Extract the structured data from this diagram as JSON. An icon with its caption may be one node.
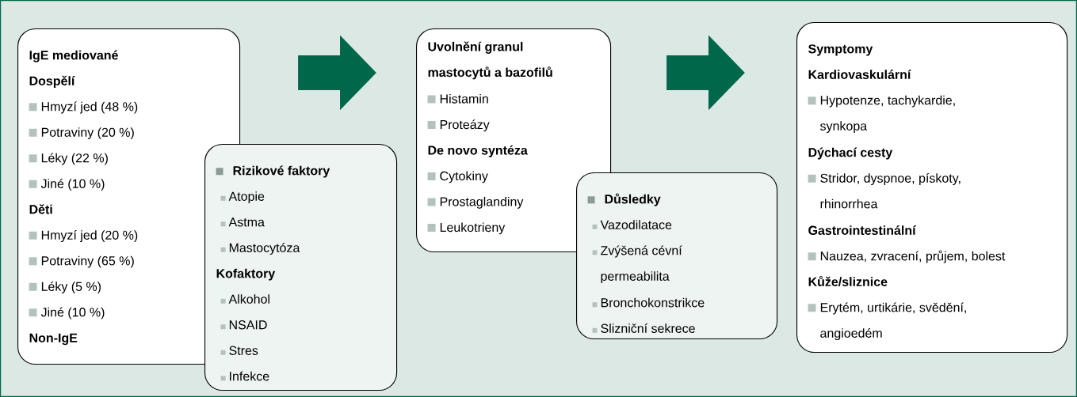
{
  "diagram": {
    "nodes": [
      {
        "text": [
          "IgE mediované",
          "Dospělí",
          "Hmyzí jed (48 %)",
          "Potraviny (20 %)",
          "Léky (22 %)",
          "Jiné (10 %)",
          "Děti",
          "Hmyzí jed (20 %)",
          "Potraviny (65 %)",
          "Léky (5 %)",
          "Jiné (10 %)",
          "Non-IgE"
        ]
      },
      {
        "text": [
          "Rizikové faktory",
          "Atopie",
          "Astma",
          "Mastocytóza",
          "Kofaktory",
          "Alkohol",
          "NSAID",
          "Stres",
          "Infekce"
        ]
      },
      {
        "text": [
          "Uvolnění granul mastocytů a bazofilů",
          "Histamin",
          "Proteázy",
          "De novo syntéza",
          "Cytokiny",
          "Prostaglandiny",
          "Leukotrieny"
        ]
      },
      {
        "text": [
          "Důsledky",
          "Vazodilatace",
          "Zvýšená cévní permeabilita",
          "Bronchokonstrikce",
          "Slizniční sekrece"
        ]
      },
      {
        "text": [
          "Symptomy",
          "Kardiovaskulární",
          "Hypotenze, tachykardie, synkopa",
          "Dýchací cesty",
          "Stridor, dyspnoe, pískoty, rhinorrhea",
          "Gastrointestinální",
          "Nauzea, zvracení, průjem, bolest",
          "Kůže/sliznice",
          "Erytém, urtikárie, svědění, angioedém"
        ]
      }
    ],
    "edges": [
      {
        "from": 0,
        "to": 2,
        "arrow": "to"
      },
      {
        "from": 2,
        "to": 4,
        "arrow": "to"
      }
    ]
  }
}
